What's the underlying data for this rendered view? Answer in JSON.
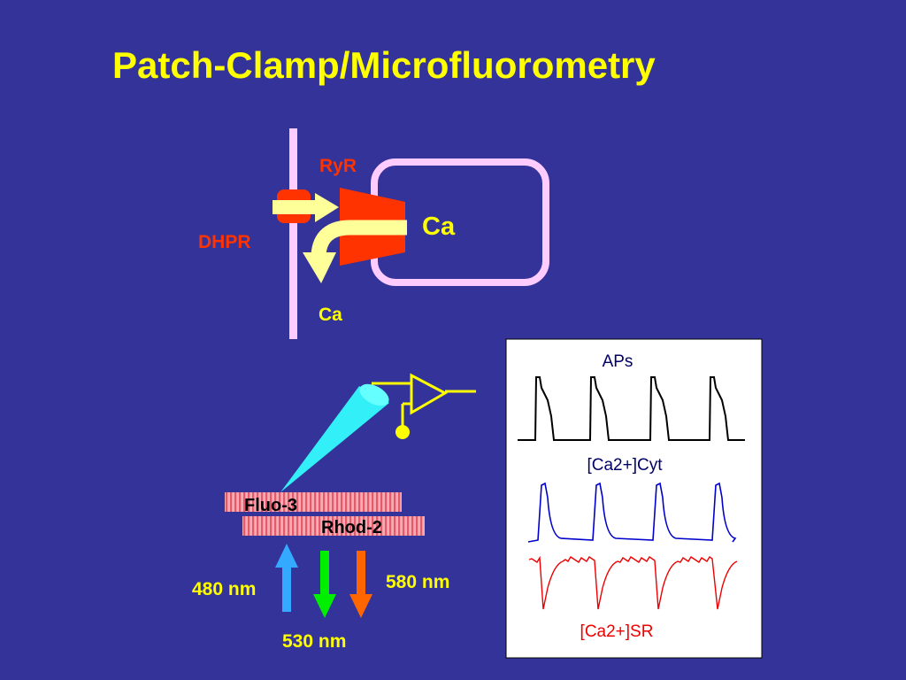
{
  "slide": {
    "title": "Patch-Clamp/Microfluorometry"
  },
  "membrane_diagram": {
    "ryr_label": "RyR",
    "dhpr_label": "DHPR",
    "sr_ca_label": "Ca",
    "released_ca_label": "Ca"
  },
  "optics": {
    "dye_1": "Fluo-3",
    "dye_2": "Rhod-2",
    "excitation_label": "480 nm",
    "emission_1_label": "530 nm",
    "emission_2_label": "580 nm"
  },
  "traces": {
    "aps_label": "APs",
    "cyt_label": "[Ca2+]Cyt",
    "sr_label": "[Ca2+]SR"
  },
  "colors": {
    "background": "#333399",
    "title": "#ffff00",
    "membrane": "#ffccff",
    "ryr": "#ff3300",
    "dhpr": "#ff3300",
    "ca_arrow": "#ffff99",
    "pipette": "#33ffff",
    "arrow_480": "#33aaff",
    "arrow_530": "#00ee00",
    "arrow_580": "#ff6600",
    "ap_trace": "#000000",
    "cyt_trace": "#0000cc",
    "sr_trace": "#ee0000"
  },
  "icons": {
    "amplifier": "amplifier-icon",
    "pipette": "pipette-icon"
  }
}
